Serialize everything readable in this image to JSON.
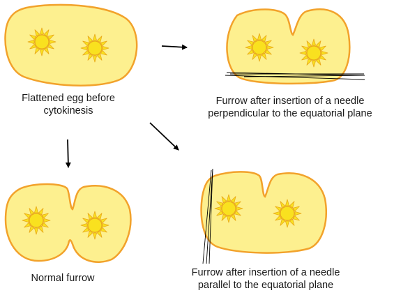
{
  "panels": {
    "flattened_egg": {
      "caption": [
        "Flattened egg before",
        "cytokinesis"
      ]
    },
    "perpendicular_needle": {
      "caption": [
        "Furrow after insertion of a needle",
        "perpendicular to the equatorial plane"
      ]
    },
    "normal_furrow": {
      "caption": [
        "Normal furrow"
      ]
    },
    "parallel_needle": {
      "caption": [
        "Furrow after insertion of a needle",
        "parallel to the equatorial plane"
      ]
    }
  },
  "colors": {
    "cell_fill": "#fdf08f",
    "cell_outline": "#f2a22b",
    "aster_fill": "#f9e11f",
    "aster_outline": "#e9a81a",
    "needle": "#000000",
    "arrow": "#000000"
  },
  "icons": [
    "aster-icon",
    "needle",
    "arrow"
  ]
}
